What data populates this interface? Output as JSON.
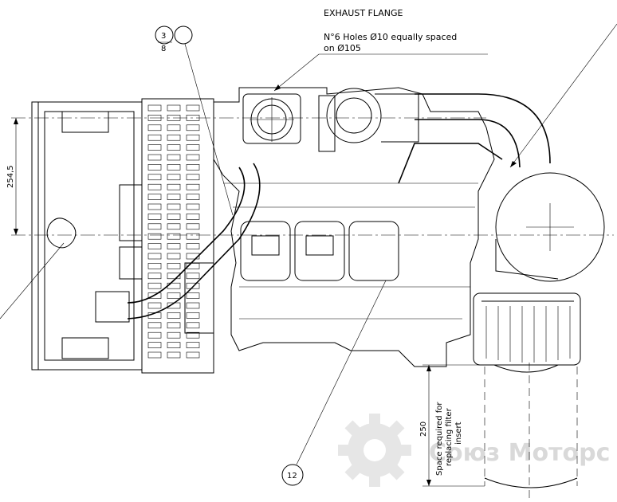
{
  "labels": {
    "exhaust_title": "EXHAUST FLANGE",
    "holes_line1": "N°6 Holes Ø10 equally spaced",
    "holes_line2": "on Ø105",
    "balloon_3": "3",
    "balloon_8": "8",
    "balloon_12": "12",
    "dim_254": "254,5",
    "dim_250": "250",
    "filter_note_1": "Space required for",
    "filter_note_2": "replacing filter",
    "filter_note_3": "insert",
    "watermark": "Союз Моторс"
  }
}
